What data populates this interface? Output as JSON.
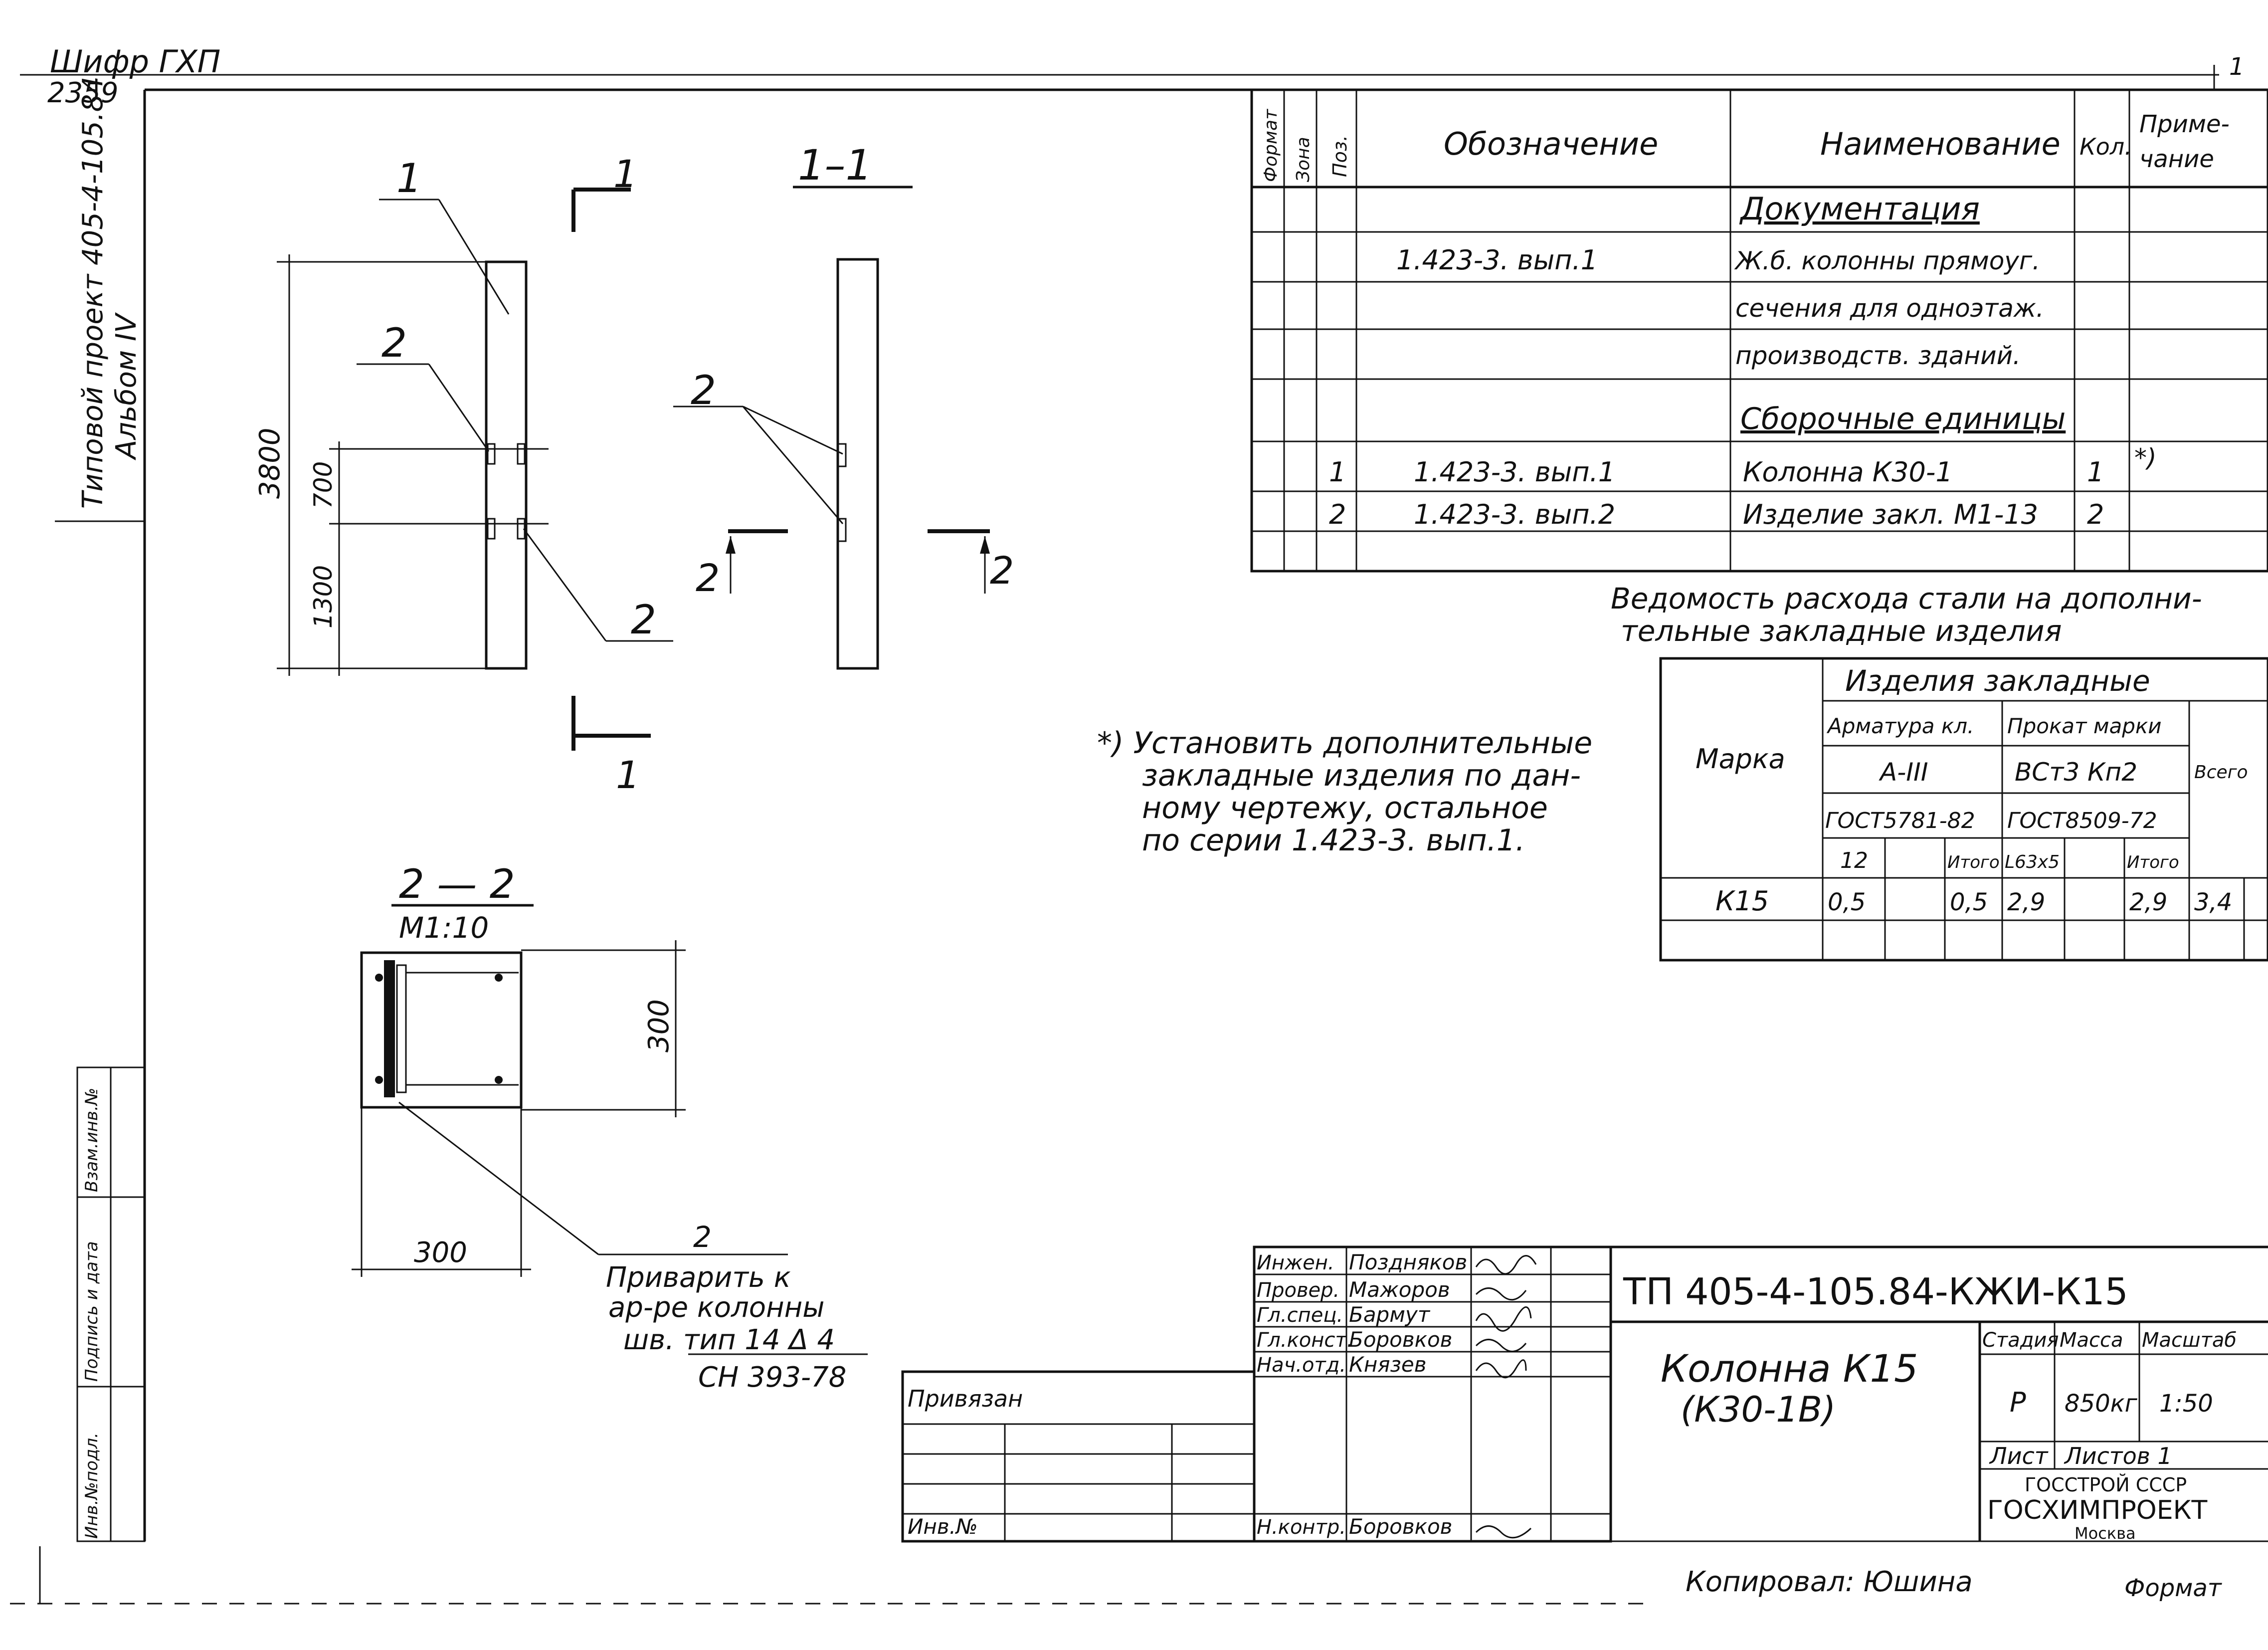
{
  "margin": {
    "cipher_label": "Шифр ГХП",
    "cipher_number": "2359",
    "project_line1": "Типовой проект 405-4-105.84",
    "project_line2": "Альбом IV",
    "sheet_number": "1",
    "left_strip": [
      "Инв.№подл.",
      "Подпись и дата",
      "Взам.инв.№"
    ]
  },
  "drawing": {
    "view_a_label": "1",
    "section_1_1_title": "1–1",
    "dim_total": "3800",
    "dim_upper": "700",
    "dim_lower": "1300",
    "pos2": "2",
    "cut_mark": "1",
    "cut_mark_2": "2",
    "section_2_2_title": "2 — 2",
    "section_2_2_scale": "М1:10",
    "dim_300_h": "300",
    "dim_300_v": "300",
    "weld_note": [
      "Приварить к",
      "ар-ре колонны",
      "шв.   тип 14 Δ 4"
    ],
    "weld_std": "СН 393-78"
  },
  "spec": {
    "headers": [
      "Формат",
      "Зона",
      "Поз.",
      "Обозначение",
      "Наименование",
      "Кол.",
      "Приме-\nчание"
    ],
    "section_docs": "Документация",
    "doc_rows": [
      {
        "des": "1.423-3. вып.1",
        "name": "Ж.б. колонны прямоуг."
      },
      {
        "des": "",
        "name": "сечения для одноэтаж."
      },
      {
        "des": "",
        "name": "производств. зданий."
      }
    ],
    "section_units": "Сборочные единицы",
    "unit_rows": [
      {
        "pos": "1",
        "des": "1.423-3. вып.1",
        "name": "Колонна   К30-1",
        "qty": "1",
        "note": "*)"
      },
      {
        "pos": "2",
        "des": "1.423-3. вып.2",
        "name": "Изделие закл. М1-13",
        "qty": "2",
        "note": ""
      }
    ]
  },
  "steel": {
    "title_line1": "Ведомость расхода стали на дополни-",
    "title_line2": "тельные закладные изделия",
    "col_mark": "Марка",
    "group": "Изделия закладные",
    "arm": "Арматура кл.",
    "prokat": "Прокат марки",
    "arm_class": "А-III",
    "prokat_grade": "ВСт3 Кп2",
    "arm_gost": "ГОСТ5781-82",
    "prokat_gost": "ГОСТ8509-72",
    "total": "Всего",
    "sub": [
      "12",
      "Итого",
      "L63x5",
      "",
      "Итого"
    ],
    "row": {
      "mark": "К15",
      "v12": "0,5",
      "it1": "0,5",
      "l63": "2,9",
      "it2": "2,9",
      "total": "3,4"
    }
  },
  "note": {
    "lines": [
      "*) Установить дополнительные",
      "закладные изделия по дан-",
      "ному чертежу, остальное",
      "по серии 1.423-3. вып.1."
    ]
  },
  "titleblock": {
    "roles": [
      "Инжен.",
      "Провер.",
      "Гл.спец.",
      "Гл.конст.",
      "Нач.отд."
    ],
    "names": [
      "Поздняков",
      "Мажоров",
      "Бармут",
      "Боровков",
      "Князев"
    ],
    "nkontr_role": "Н.контр.",
    "nkontr_name": "Боровков",
    "privyazan": "Привязан",
    "inv": "Инв.№",
    "code": "ТП 405-4-105.84-КЖИ-К15",
    "title1": "Колонна К15",
    "title2": "(К30-1В)",
    "stage_h": "Стадия",
    "mass_h": "Масса",
    "scale_h": "Масштаб",
    "stage": "Р",
    "mass": "850кг",
    "scale": "1:50",
    "list": "Лист",
    "listov": "Листов 1",
    "org1": "ГОССТРОЙ СССР",
    "org2": "ГОСХИМПРОЕКТ",
    "city": "Москва"
  },
  "footer": {
    "copied": "Копировал: Юшина",
    "format": "Формат"
  }
}
